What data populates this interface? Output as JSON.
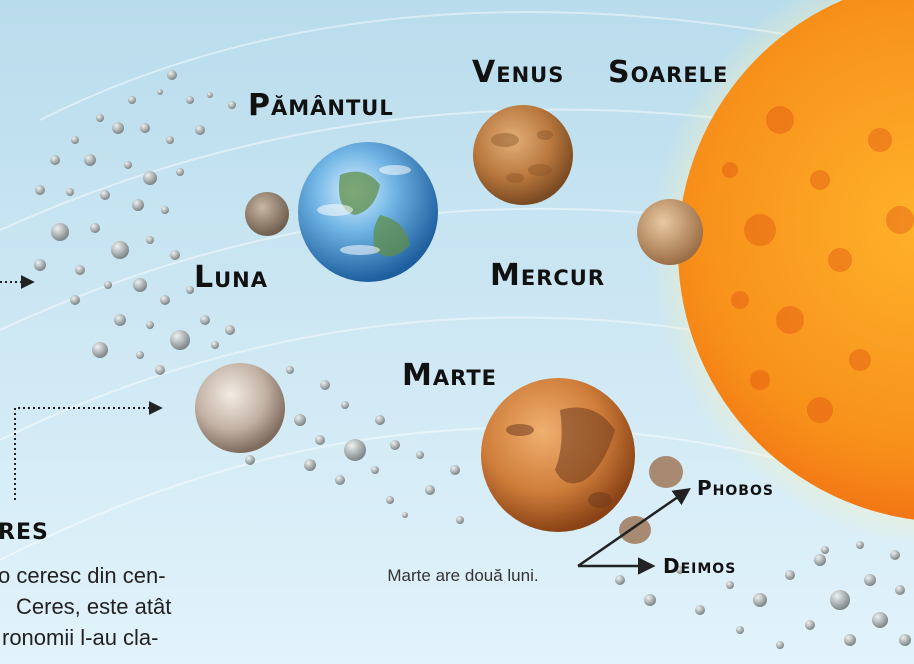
{
  "labels": {
    "venus": "Venus",
    "soarele": "Soarele",
    "pamantul": "Pământul",
    "luna": "Luna",
    "mercur": "Mercur",
    "marte": "Marte",
    "phobos": "Phobos",
    "deimos": "Deimos",
    "ceres": "res"
  },
  "caption": "Marte are două luni.",
  "ceres_text": {
    "line1": "o ceresc din cen-",
    "line2": "Ceres, este atât",
    "line3": "ronomii l-au cla-"
  },
  "colors": {
    "sky_top": "#b9dcec",
    "sky_bottom": "#e2f3fb",
    "sun": "#f7a21a",
    "mars": "#c77a3a",
    "earth_ocean": "#3a8fd0"
  }
}
